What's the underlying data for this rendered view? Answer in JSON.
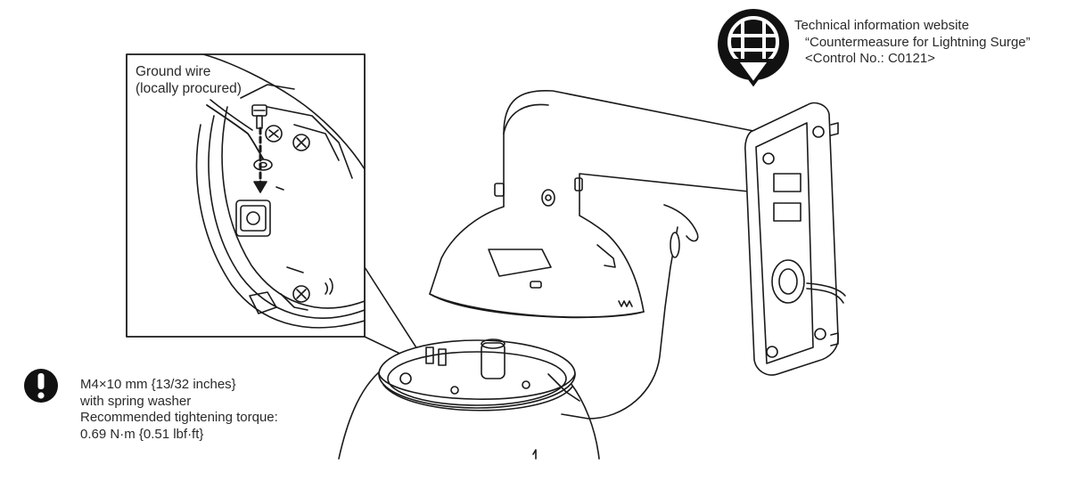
{
  "callout": {
    "line1": "Ground wire",
    "line2": "(locally procured)"
  },
  "website_note": {
    "icon": "globe-download-icon",
    "line1": "Technical information website",
    "line2": "“Countermeasure for Lightning Surge”",
    "line3": "<Control No.: C0121>"
  },
  "screw_note": {
    "icon": "caution-icon",
    "line1": "M4×10 mm {13/32 inches}",
    "line2": "with spring washer",
    "line3": "Recommended tightening torque:",
    "line4": "0.69 N·m {0.51 lbf·ft}"
  },
  "colors": {
    "line": "#1a1a1a",
    "icon": "#111111",
    "background": "#ffffff"
  }
}
